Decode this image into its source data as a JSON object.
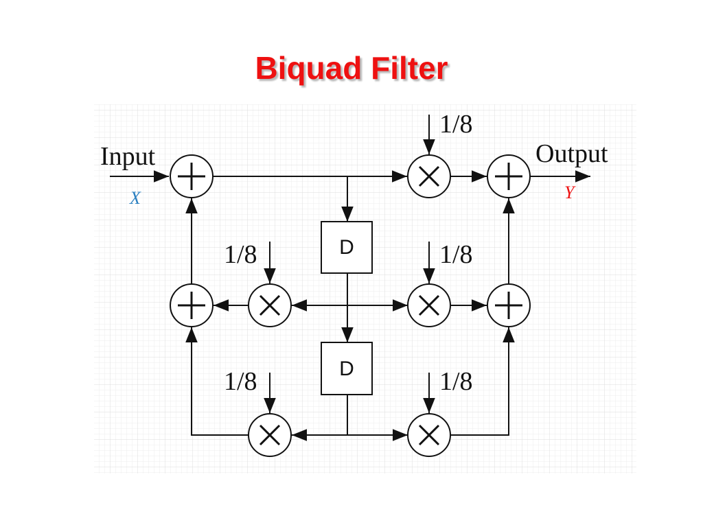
{
  "title": "Biquad Filter",
  "labels": {
    "input": "Input",
    "output": "Output",
    "input_var": "X",
    "output_var": "Y"
  },
  "delay_label": "D",
  "coefficients": {
    "top": "1/8",
    "middle_left": "1/8",
    "middle_right": "1/8",
    "bottom_left": "1/8",
    "bottom_right": "1/8"
  },
  "colors": {
    "title": "#ee1111",
    "input_var": "#2a7fc0",
    "output_var": "#ee1111",
    "lines": "#111111"
  }
}
